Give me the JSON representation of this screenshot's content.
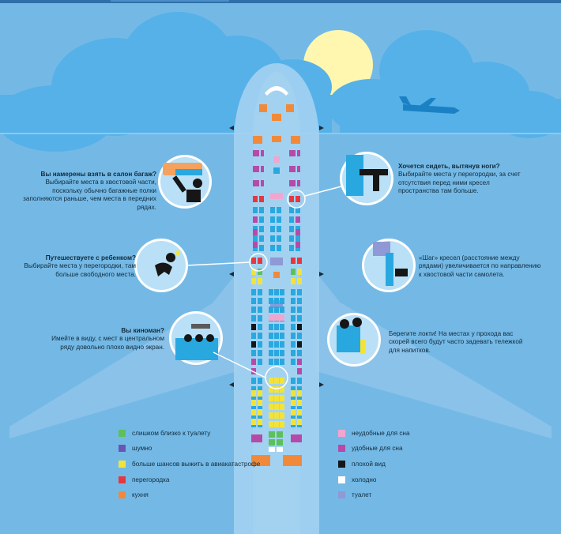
{
  "colors": {
    "sky": "#74b9e6",
    "cloud": "#56b1e8",
    "sun": "#fff7b0",
    "fuselage": "#a3d2f1",
    "wing": "#8bc2ea",
    "seat_normal": "#29a8e0",
    "circle_border": "#ffffff"
  },
  "tips": {
    "luggage": {
      "title": "Вы намерены взять в салон багаж?",
      "text": "Выбирайте места в хвостовой части, поскольку обычно багажные полки заполняются раньше, чем места в передних рядах."
    },
    "legs": {
      "title": "Хочется сидеть, вытянув ноги?",
      "text": "Выбирайте места у перегородки, за счет отсутствия перед ними кресел пространства там больше."
    },
    "child": {
      "title": "Путешествуете с ребенком?",
      "text": "Выбирайте места у перегородки, там больше свободного места."
    },
    "pitch": {
      "title": "",
      "text": "«Шаг» кресел (расстояние между рядами) увеличивается по направлению к хвостовой части самолета."
    },
    "movie": {
      "title": "Вы киноман?",
      "text": "Имейте в виду, с мест в центральном ряду довольно плохо видно экран."
    },
    "elbows": {
      "title": "",
      "text": "Берегите локти! На местах у прохода вас скорей всего будут часто задевать тележкой для напитков."
    }
  },
  "legend": {
    "left": [
      {
        "label": "слишком близко к туалету",
        "color": "#5cc15a"
      },
      {
        "label": "шумно",
        "color": "#6a55b5"
      },
      {
        "label": "больше шансов выжить в авиакатастрофе",
        "color": "#f2e33a"
      },
      {
        "label": "перегородка",
        "color": "#e63740"
      },
      {
        "label": "кухня",
        "color": "#f08a3a"
      }
    ],
    "right": [
      {
        "label": "неудобные для сна",
        "color": "#f1a6cf"
      },
      {
        "label": "удобные для сна",
        "color": "#b64aa8"
      },
      {
        "label": "плохой вид",
        "color": "#161616"
      },
      {
        "label": "холодно",
        "color": "#ffffff"
      },
      {
        "label": "туалет",
        "color": "#8e99d6"
      }
    ]
  }
}
